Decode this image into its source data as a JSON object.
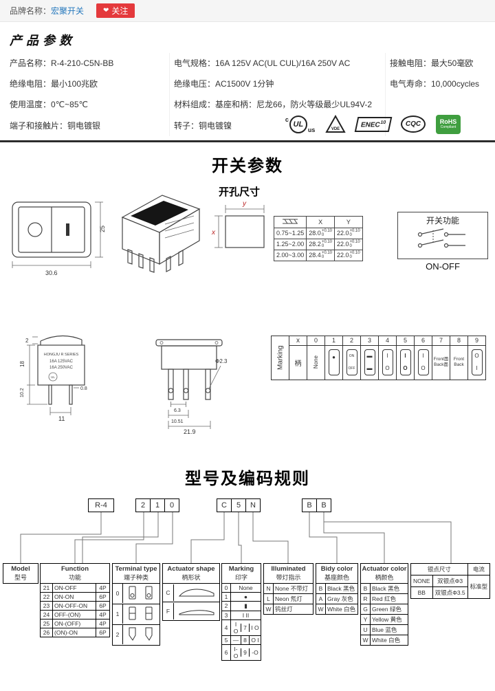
{
  "header": {
    "brand_label": "品牌名称：",
    "brand_name": "宏聚开关",
    "follow_icon": "❤",
    "follow_label": "关注"
  },
  "params": {
    "title": "产品参数",
    "rows": [
      [
        "产品名称：R-4-210-C5N-BB",
        "电气规格：16A  125V  AC(UL CUL)/16A 250V  AC",
        "接触电阻：最大50毫欧"
      ],
      [
        "绝缘电阻：最小100兆欧",
        "绝缘电压：AC1500V 1分钟",
        "电气寿命：10,000cycles"
      ],
      [
        "使用温度：0℃~85℃",
        "材料组成：基座和柄：尼龙66，防火等级最少UL94V-2",
        ""
      ],
      [
        "端子和接触片：铜电镀银",
        "转子：铜电镀镍",
        ""
      ]
    ],
    "certs": {
      "ul_c": "c",
      "ul": "UL",
      "ul_us": "us",
      "vde": "VDE",
      "enec": "ENEC",
      "enec_num": "10",
      "cqc": "CQC",
      "rohs": "RoHS",
      "rohs_sub": "Compliant"
    }
  },
  "switch_section": {
    "heading": "开关参数"
  },
  "front_view": {
    "dim_width": "30.6",
    "dim_height": "25"
  },
  "hole": {
    "title": "开孔尺寸",
    "axis_x": "x",
    "axis_y": "y",
    "col_x": "X",
    "col_y": "Y",
    "tol_plus": "+0.10",
    "tol_minus": "0",
    "rows": [
      {
        "range": "0.75~1.25",
        "x": "28.0",
        "y": "22.0"
      },
      {
        "range": "1.25~2.00",
        "x": "28.2",
        "y": "22.0"
      },
      {
        "range": "2.00~3.00",
        "x": "28.4",
        "y": "22.0"
      }
    ]
  },
  "func_box": {
    "title": "开关功能",
    "mode": "ON-OFF"
  },
  "side_view": {
    "dim_top": "2",
    "dim_left": "18",
    "dim_left2": "10.2",
    "dim_pin": "0.8",
    "dim_bottom": "11",
    "line1": "HONGJU  R  SERIES",
    "line2": "16A 125VAC",
    "line3": "16A 250VAC",
    "ul": "UL"
  },
  "bottom_view": {
    "dim_pin_gap": "6.3",
    "dim_mid": "10.51",
    "dim_total": "21.9",
    "dim_hole": "Φ2.3"
  },
  "marking": {
    "rotated": "Marking",
    "col_header": "x",
    "row_header": "柄",
    "cols": [
      "0",
      "1",
      "2",
      "3",
      "4",
      "5",
      "6",
      "7",
      "8",
      "9"
    ],
    "cells": [
      {
        "top": "None",
        "bottom": ""
      },
      {
        "top": "●",
        "bottom": ""
      },
      {
        "top": "ON",
        "bottom": "OFF"
      },
      {
        "top": "▬",
        "bottom": "▬"
      },
      {
        "top": "I",
        "bottom": "O"
      },
      {
        "top": "I",
        "bottom": "O"
      },
      {
        "top": "I",
        "bottom": "O"
      },
      {
        "top": "Front面",
        "bottom": "Back面"
      },
      {
        "top": "Front",
        "bottom": "Back"
      },
      {
        "top": "O",
        "bottom": "I"
      }
    ]
  },
  "coding": {
    "heading": "型号及编码规则",
    "code": {
      "model": "R-4",
      "g1": [
        "2",
        "1",
        "0"
      ],
      "g2": [
        "C",
        "5",
        "N"
      ],
      "g3": [
        "B",
        "B"
      ]
    },
    "model_box": {
      "en": "Model",
      "cn": "型号"
    },
    "function_box": {
      "en": "Function",
      "cn": "功能",
      "rows": [
        {
          "code": "21",
          "name": "ON-OFF",
          "p": "4P"
        },
        {
          "code": "22",
          "name": "ON-ON",
          "p": "6P"
        },
        {
          "code": "23",
          "name": "ON-OFF-ON",
          "p": "6P"
        },
        {
          "code": "24",
          "name": "OFF-(ON)",
          "p": "4P"
        },
        {
          "code": "25",
          "name": "ON-(OFF)",
          "p": "4P"
        },
        {
          "code": "26",
          "name": "(ON)-ON",
          "p": "6P"
        }
      ]
    },
    "terminal_box": {
      "en": "Terminal type",
      "cn": "端子种类",
      "rows": [
        "0",
        "1",
        "2"
      ]
    },
    "shape_box": {
      "en": "Actuator shape",
      "cn": "柄形状",
      "rows": [
        "C",
        "F"
      ]
    },
    "marking_box": {
      "en": "Marking",
      "cn": "印字",
      "rows": [
        {
          "code": "0",
          "label": "None",
          "code2": "",
          "label2": ""
        },
        {
          "code": "1",
          "label": "●",
          "code2": "",
          "label2": ""
        },
        {
          "code": "2",
          "label": "▮",
          "code2": "",
          "label2": ""
        },
        {
          "code": "3",
          "label": "I II",
          "code2": "",
          "label2": ""
        },
        {
          "code": "4",
          "label": "I O",
          "code2": "7",
          "label2": "I O"
        },
        {
          "code": "5",
          "label": "—",
          "code2": "8",
          "label2": "O I"
        },
        {
          "code": "6",
          "label": "I-O",
          "code2": "9",
          "label2": "-O"
        }
      ]
    },
    "illum_box": {
      "en": "Illuminated",
      "cn": "带灯指示",
      "rows": [
        {
          "code": "N",
          "text": "None 不带灯"
        },
        {
          "code": "L",
          "text": "Neon 氖灯"
        },
        {
          "code": "W",
          "text": "钨丝灯"
        }
      ]
    },
    "body_box": {
      "en": "Bidy color",
      "cn": "基座颜色",
      "rows": [
        {
          "code": "B",
          "text": "Black 黑色"
        },
        {
          "code": "A",
          "text": "Gray 灰色"
        },
        {
          "code": "W",
          "text": "White 白色"
        }
      ]
    },
    "act_color_box": {
      "en": "Actuator color",
      "cn": "柄颜色",
      "rows": [
        {
          "code": "B",
          "text": "Black 黑色"
        },
        {
          "code": "R",
          "text": "Red 红色"
        },
        {
          "code": "G",
          "text": "Green 绿色"
        },
        {
          "code": "Y",
          "text": "Yellow 黄色"
        },
        {
          "code": "U",
          "text": "Blue 蓝色"
        },
        {
          "code": "W",
          "text": "White 白色"
        }
      ]
    },
    "silver_box": {
      "h1": "银点尺寸",
      "h2": "电流",
      "std": "标准型",
      "rows": [
        {
          "code": "NONE",
          "text": "双银点Φ3"
        },
        {
          "code": "BB",
          "text": "双银点Φ3.5"
        }
      ]
    }
  }
}
